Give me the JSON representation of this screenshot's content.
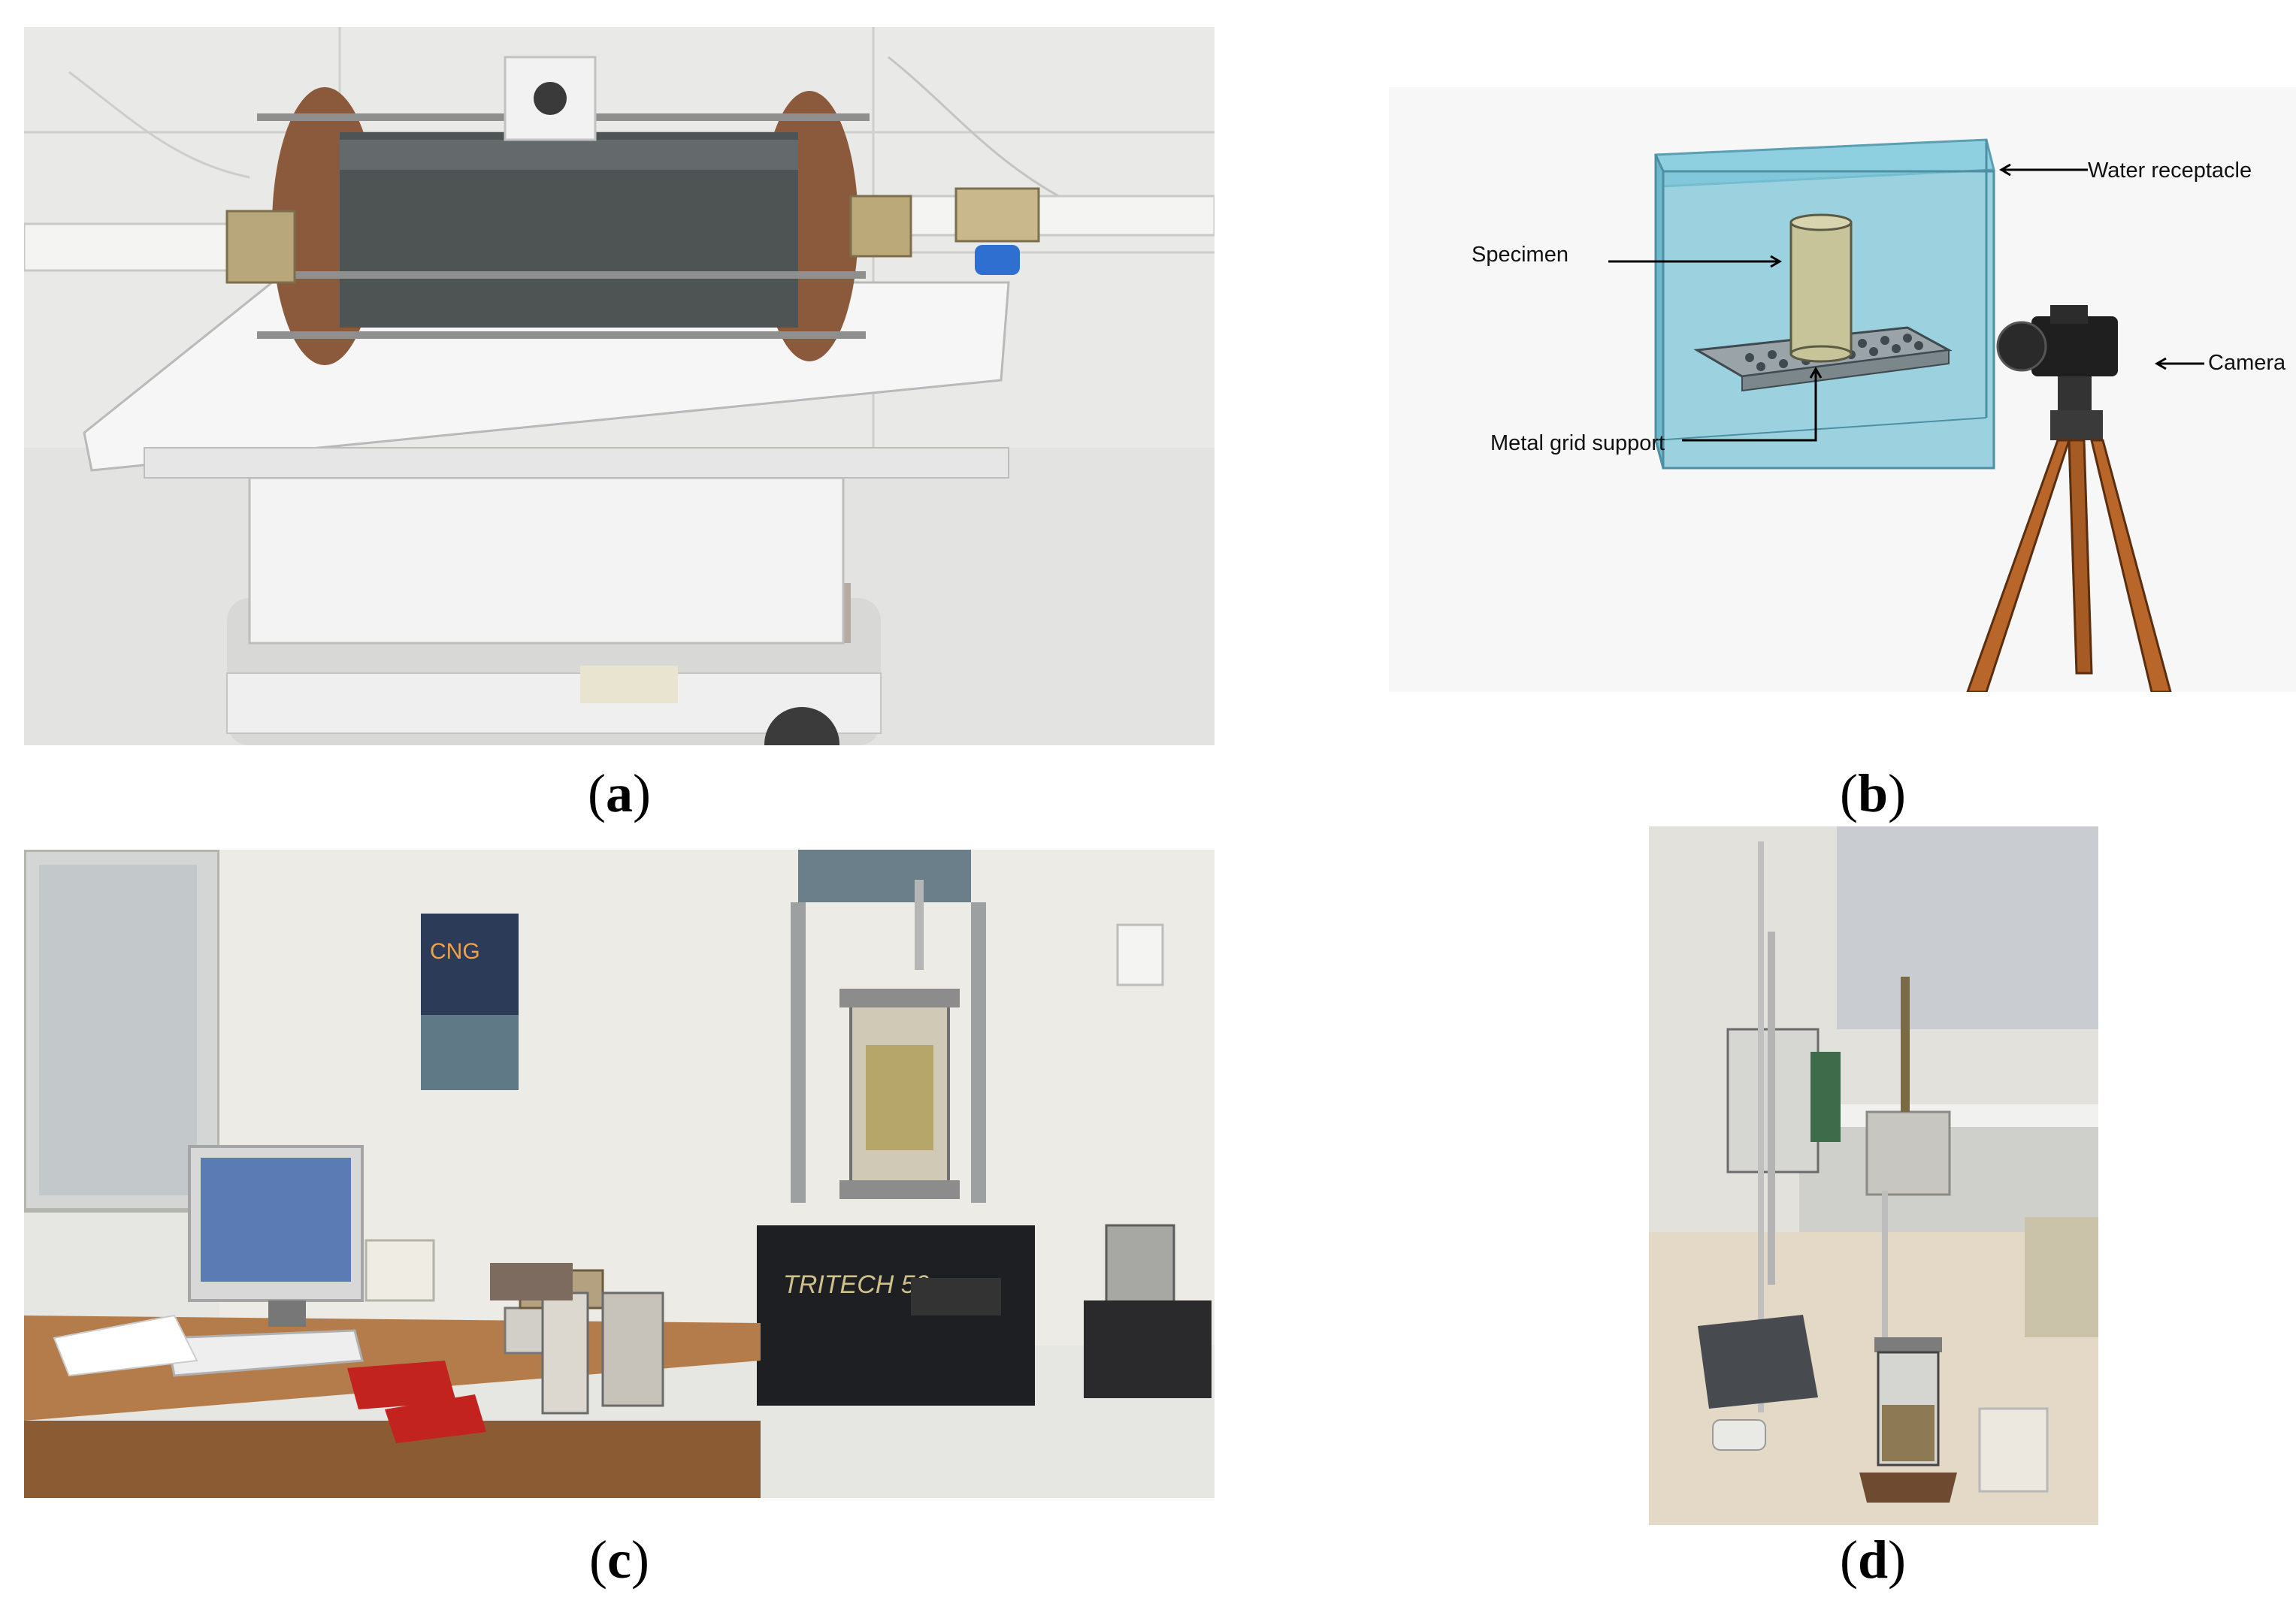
{
  "captions": {
    "a": "a",
    "b": "b",
    "c": "c",
    "d": "d"
  },
  "diagram_b": {
    "labels": {
      "water_receptacle": "Water receptacle",
      "specimen": "Specimen",
      "camera": "Camera",
      "metal_grid_support": "Metal grid support"
    }
  },
  "photo_c": {
    "poster_text": "CNG",
    "machine_label": "TRITECH 50"
  }
}
